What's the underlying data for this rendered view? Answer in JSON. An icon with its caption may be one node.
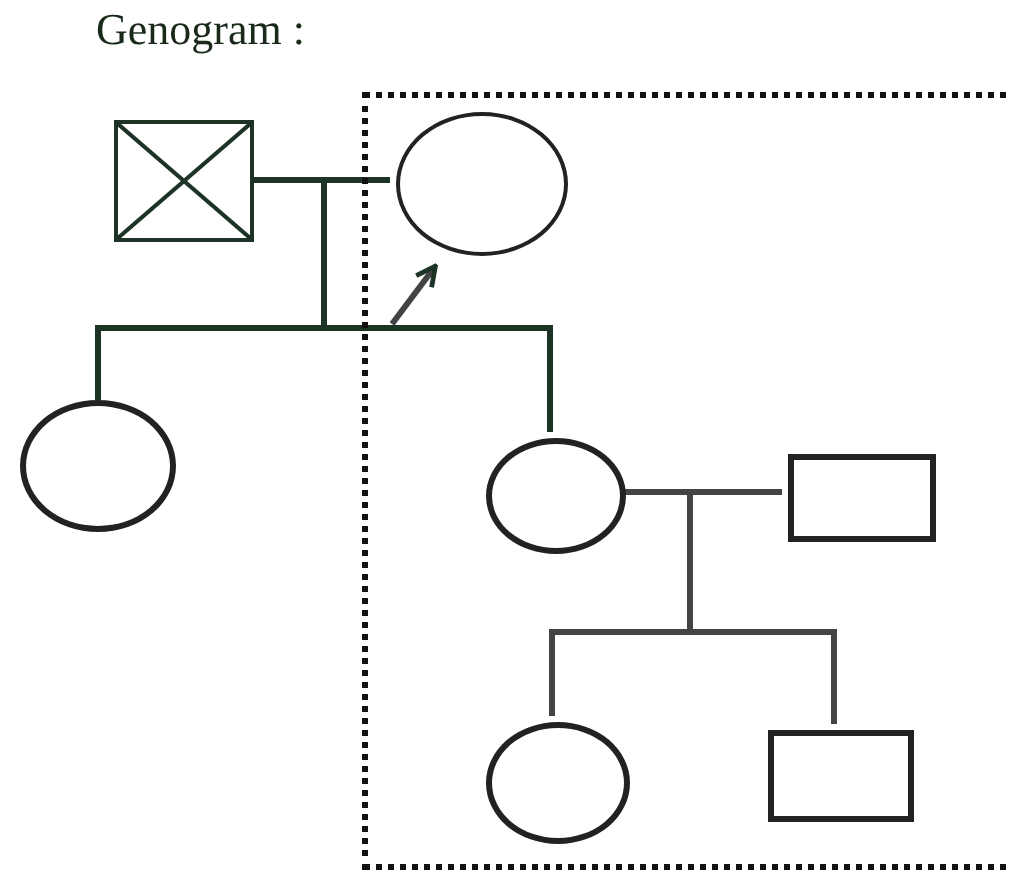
{
  "diagram": {
    "title": "Genogram :",
    "nodes": [
      {
        "text": [],
        "shape": "box"
      },
      {
        "text": [],
        "shape": "box"
      },
      {
        "text": [],
        "shape": "circle",
        "in": 0
      },
      {
        "text": [],
        "shape": "circle"
      },
      {
        "text": [],
        "shape": "circle",
        "in": 0
      },
      {
        "text": [],
        "shape": "box",
        "in": 0
      },
      {
        "text": [],
        "shape": "circle",
        "in": 0
      },
      {
        "text": [],
        "shape": "box",
        "in": 0
      }
    ],
    "edges": [
      {
        "from": 1,
        "to": 2,
        "arrow": "none"
      },
      {
        "from": 1,
        "to": 3,
        "arrow": "none"
      },
      {
        "from": 1,
        "to": 4,
        "arrow": "none"
      },
      {
        "from": 4,
        "to": 5,
        "arrow": "none"
      },
      {
        "from": 4,
        "to": 6,
        "arrow": "none"
      },
      {
        "from": 4,
        "to": 7,
        "arrow": "none"
      },
      {
        "from": null,
        "to": 2,
        "arrow": "to"
      }
    ]
  }
}
